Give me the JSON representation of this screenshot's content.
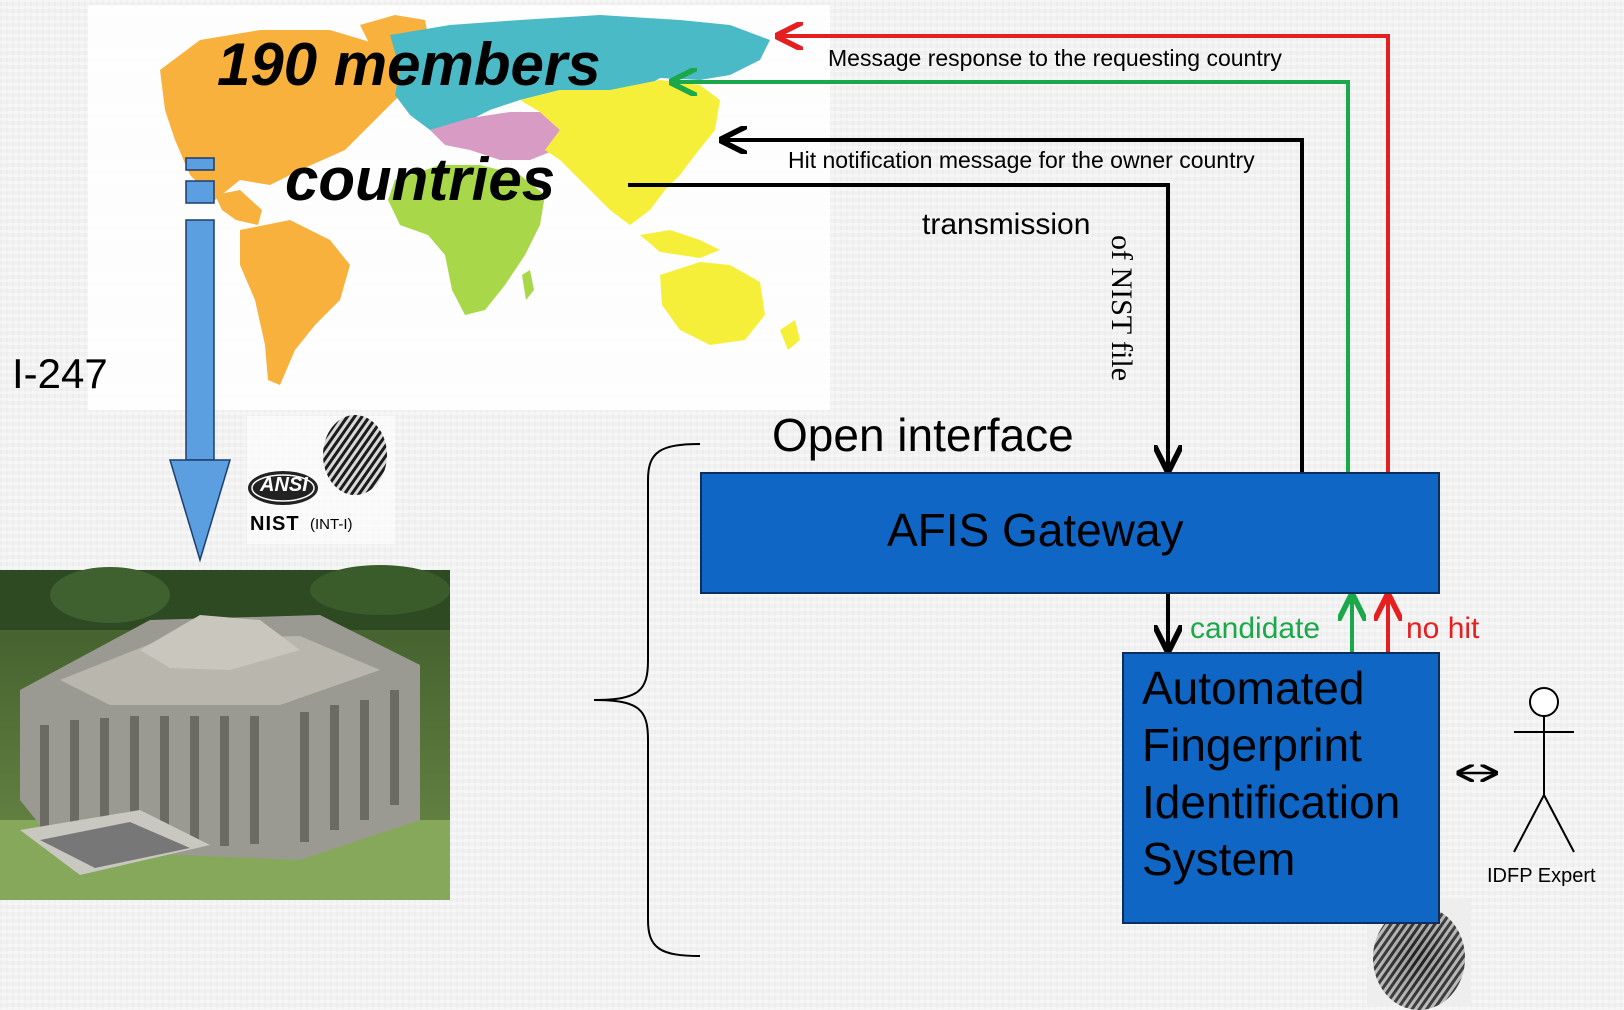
{
  "map": {
    "title_line1": "190 members",
    "title_line2": "countries"
  },
  "flow": {
    "response_label": "Message response to the requesting country",
    "hit_label": "Hit notification message for the owner country",
    "transmission_label": "transmission",
    "nist_label": "of NIST file",
    "candidate_label": "candidate",
    "nohit_label": "no hit",
    "open_interface_label": "Open interface"
  },
  "left": {
    "channel_label": "I-247",
    "ansi_text": "ANSI",
    "nist_text": "NIST",
    "int_text": "(INT-I)"
  },
  "boxes": {
    "gateway_label": "AFIS Gateway",
    "afis_lines": [
      "Automated",
      "Fingerprint",
      "Identification",
      "System"
    ]
  },
  "actor": {
    "label": "IDFP Expert"
  },
  "colors": {
    "box_fill": "#1066c4",
    "green": "#1aa84a",
    "red": "#e51f1f",
    "arrow_blue": "#5b9fe0",
    "north_america": "#f8b13c",
    "europe_russia": "#4bbac7",
    "asia": "#f6ef3a",
    "middle_east": "#d89cc4",
    "africa": "#a8d84a",
    "south_america": "#f8b13c",
    "australia": "#f6ef3a"
  },
  "icons": [
    "fingerprint-icon",
    "stick-figure-icon",
    "building-photo",
    "double-arrow-icon"
  ]
}
